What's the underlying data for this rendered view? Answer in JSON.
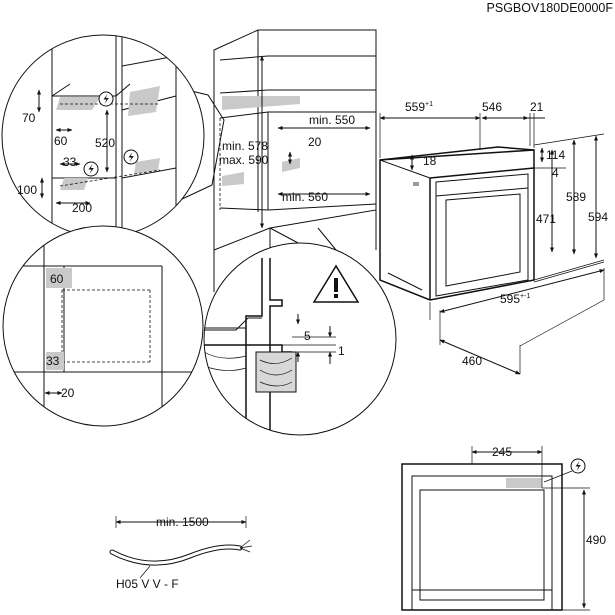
{
  "doc_code": "PSGBOV180DE0000F",
  "colors": {
    "ink": "#111111",
    "shade": "#c9c9c9",
    "background": "#ffffff"
  },
  "icons": [
    "electric-hazard-icon",
    "warning-triangle-icon"
  ],
  "detail_top_left": {
    "d70": "70",
    "d60": "60",
    "d520": "520",
    "d33": "33",
    "d100": "100",
    "d200": "200"
  },
  "cabinet": {
    "min578": "min. 578",
    "max590": "max. 590",
    "min550": "min. 550",
    "d20": "20",
    "min560": "min. 560"
  },
  "oven": {
    "d559": "559",
    "tol559": "+1",
    "d546": "546",
    "d21": "21",
    "d18": "18",
    "d114": "114",
    "d4": "4",
    "d589": "589",
    "d594": "594",
    "d471": "471",
    "d595": "595",
    "tol595": "+-1",
    "d460": "460"
  },
  "detail_bottom_left": {
    "d60": "60",
    "d33": "33",
    "d20": "20"
  },
  "detail_bottom_center": {
    "d5": "5",
    "d1": "1"
  },
  "cable": {
    "min1500": "min. 1500",
    "type": "H05 V V - F"
  },
  "rear": {
    "d245": "245",
    "d490": "490"
  }
}
